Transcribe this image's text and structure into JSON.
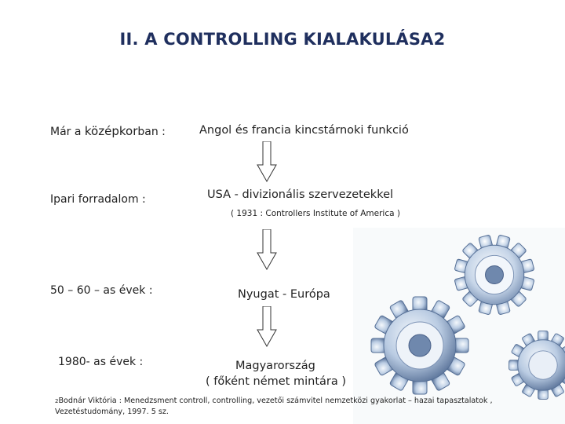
{
  "title": "II. A CONTROLLING KIALAKULÁSA2",
  "rows": [
    {
      "left_pre": "Már a ",
      "left_em": "középkor",
      "left_post": "ban :",
      "right": "Angol és francia kincstárnoki funkció"
    },
    {
      "left": "Ipari forradalom :",
      "right": "USA  - divizionális szervezetekkel",
      "note": "( 1931 : Controllers Institute of America  )"
    },
    {
      "left": "50 – 60 – as évek :",
      "right": "Nyugat - Európa"
    },
    {
      "left": "1980- as évek :",
      "right_line1": "Magyarország",
      "right_line2": "( főként német mintára )"
    }
  ],
  "footnote": {
    "marker": "2",
    "text": "Bodnár Viktória : Menedzsment controll, controlling, vezetői számvitel nemzetközi gyakorlat – hazai tapasztalatok , Vezetéstudomány, 1997. 5 sz."
  },
  "colors": {
    "title": "#1f2f5e",
    "gear_light": "#dfe9f5",
    "gear_mid": "#9fb4d0",
    "gear_dark": "#5a7399"
  },
  "icons": [
    "gears-illustration",
    "down-arrow-icon"
  ]
}
